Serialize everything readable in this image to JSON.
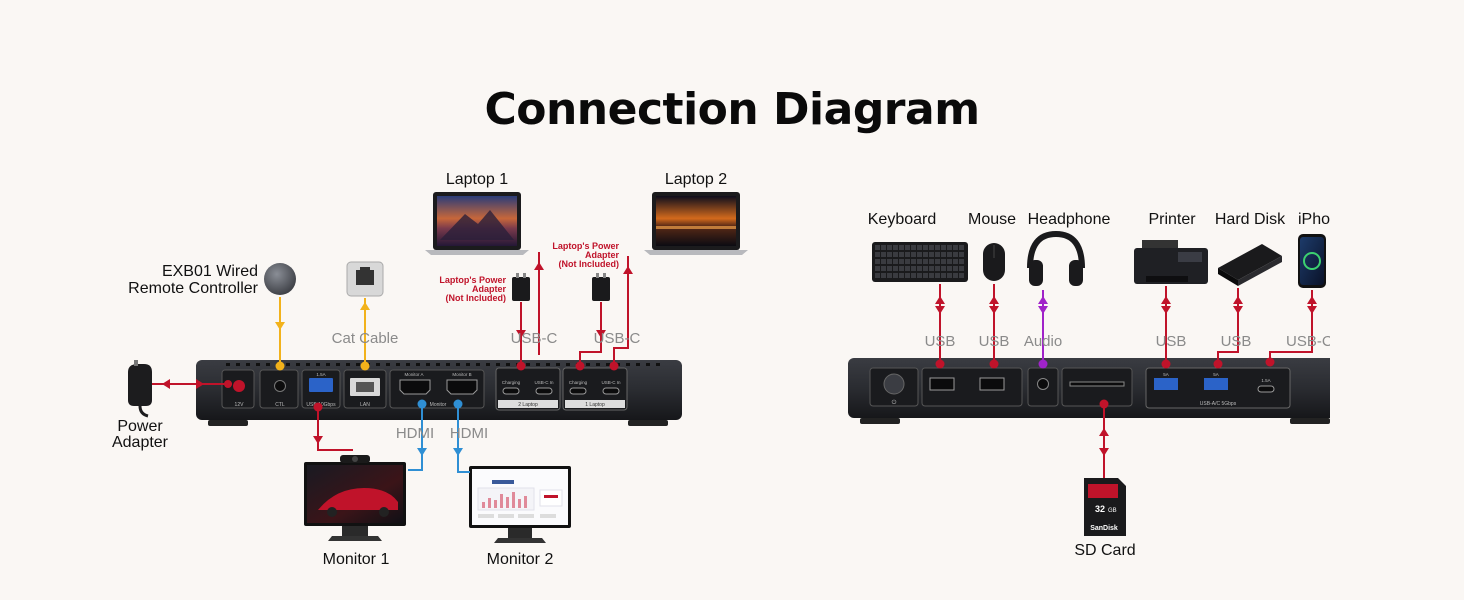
{
  "title": "Connection Diagram",
  "colors": {
    "background": "#faf7f4",
    "red_line": "#c0132a",
    "yellow_line": "#f2b21b",
    "blue_line": "#2f8fd4",
    "purple_line": "#a023c9",
    "device_body": "#2a2c31",
    "port_label_gray": "#8a8a8a",
    "note_red": "#c0132a"
  },
  "left_dock": {
    "devices": {
      "laptop_1": "Laptop 1",
      "laptop_2": "Laptop 2",
      "remote": "EXB01 Wired Remote Controller",
      "power_adapter": "Power Adapter",
      "monitor_1": "Monitor 1",
      "monitor_2": "Monitor 2"
    },
    "connections": {
      "cat_cable": "Cat Cable",
      "usb_c_1": "USB-C",
      "usb_c_2": "USB-C",
      "hdmi_1": "HDMI",
      "hdmi_2": "HDMI"
    },
    "notes": {
      "adapter_note_1": [
        "Laptop's Power",
        "Adapter",
        "(Not Included)"
      ],
      "adapter_note_2": [
        "Laptop's Power",
        "Adapter",
        "(Not Included)"
      ]
    },
    "port_labels": {
      "dc_in": "12V",
      "ctl": "CTL",
      "usb": "USB 10Gbps",
      "usb_rating": "1.5A",
      "lan": "LAN",
      "monitor_a": "Monitor A",
      "monitor_b": "Monitor B",
      "monitor": "Monitor",
      "charging_1": "Charging",
      "usbc_in_1": "USB-C In",
      "charging_2": "Charging",
      "usbc_in_2": "USB-C In",
      "laptop_2": "2 Laptop",
      "laptop_1": "1 Laptop"
    }
  },
  "right_dock": {
    "devices": {
      "keyboard": "Keyboard",
      "mouse": "Mouse",
      "headphone": "Headphone",
      "printer": "Printer",
      "hard_disk": "Hard Disk",
      "iphone": "iPhone",
      "sd_card": "SD Card"
    },
    "connections": {
      "usb_keyboard": "USB",
      "usb_mouse": "USB",
      "audio": "Audio",
      "usb_printer": "USB",
      "usb_disk": "USB",
      "usb_c_phone": "USB-C"
    },
    "port_labels": {
      "rating_a": "5A",
      "rating_b": "5A",
      "rating_c": "1.5A",
      "usb_group": "USB-A/C 5Gbps"
    },
    "sd_card_print": {
      "brand": "SanDisk",
      "capacity": "32",
      "unit": "GB"
    }
  }
}
